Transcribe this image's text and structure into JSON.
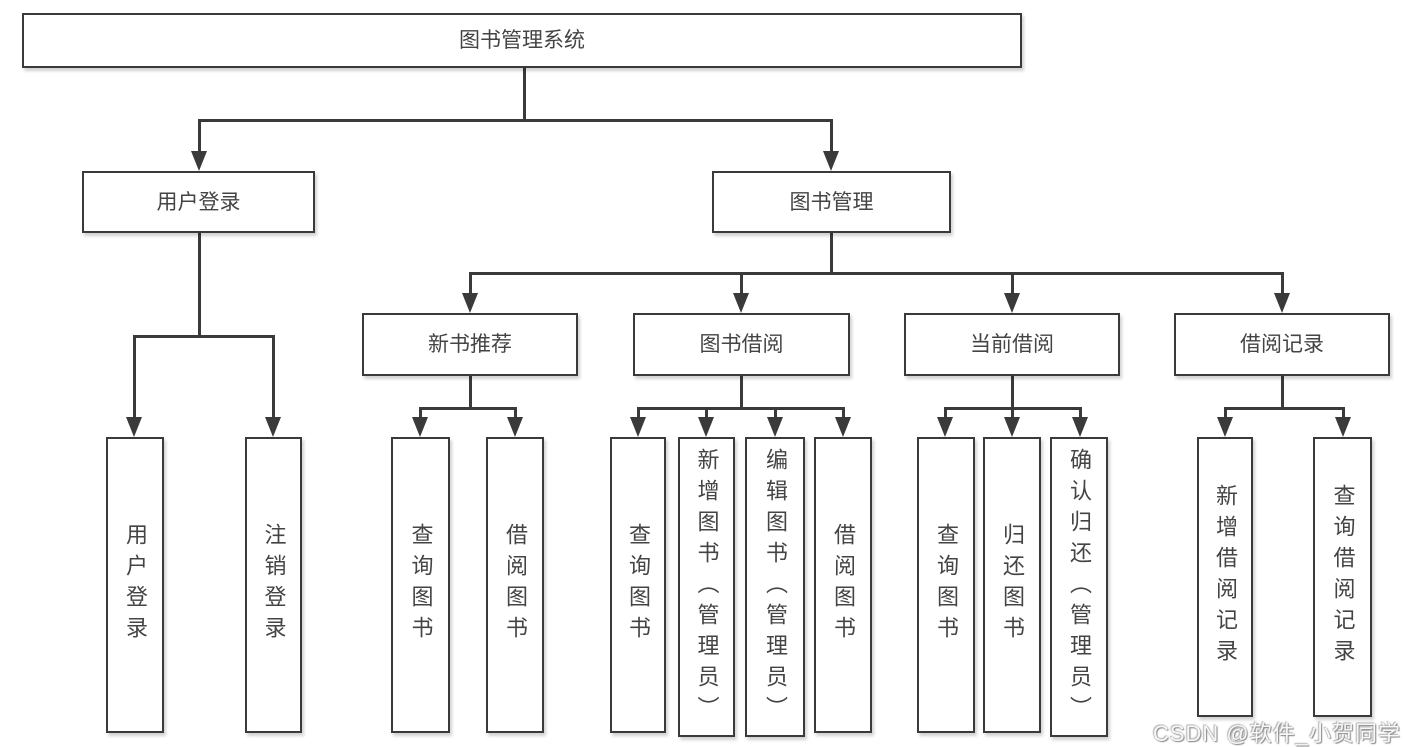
{
  "diagram": {
    "root": {
      "id": "root",
      "label": "图书管理系统",
      "children": [
        {
          "id": "user-login",
          "label": "用户登录",
          "children": [
            {
              "id": "leaf-user-login",
              "label": "用户登录"
            },
            {
              "id": "leaf-logout",
              "label": "注销登录"
            }
          ]
        },
        {
          "id": "book-mgmt",
          "label": "图书管理",
          "children": [
            {
              "id": "new-book-rec",
              "label": "新书推荐",
              "children": [
                {
                  "id": "leaf-query-book-rec",
                  "label": "查询图书"
                },
                {
                  "id": "leaf-borrow-book-rec",
                  "label": "借阅图书"
                }
              ]
            },
            {
              "id": "book-borrow",
              "label": "图书借阅",
              "children": [
                {
                  "id": "leaf-query-book-borrow",
                  "label": "查询图书"
                },
                {
                  "id": "leaf-add-book",
                  "label": "新增图书（管理员）"
                },
                {
                  "id": "leaf-edit-book",
                  "label": "编辑图书（管理员）"
                },
                {
                  "id": "leaf-borrow-book",
                  "label": "借阅图书"
                }
              ]
            },
            {
              "id": "current-borrow",
              "label": "当前借阅",
              "children": [
                {
                  "id": "leaf-query-book-current",
                  "label": "查询图书"
                },
                {
                  "id": "leaf-return-book",
                  "label": "归还图书"
                },
                {
                  "id": "leaf-confirm-return",
                  "label": "确认归还（管理员）"
                }
              ]
            },
            {
              "id": "borrow-records",
              "label": "借阅记录",
              "children": [
                {
                  "id": "leaf-add-borrow-record",
                  "label": "新增借阅记录"
                },
                {
                  "id": "leaf-query-borrow-record",
                  "label": "查询借阅记录"
                }
              ]
            }
          ]
        }
      ]
    }
  },
  "watermark": {
    "text": "CSDN @软件_小贺同学"
  },
  "colors": {
    "stroke": "#3a3a3a",
    "text": "#444444",
    "background": "#ffffff",
    "node_fill": "#ffffff"
  }
}
